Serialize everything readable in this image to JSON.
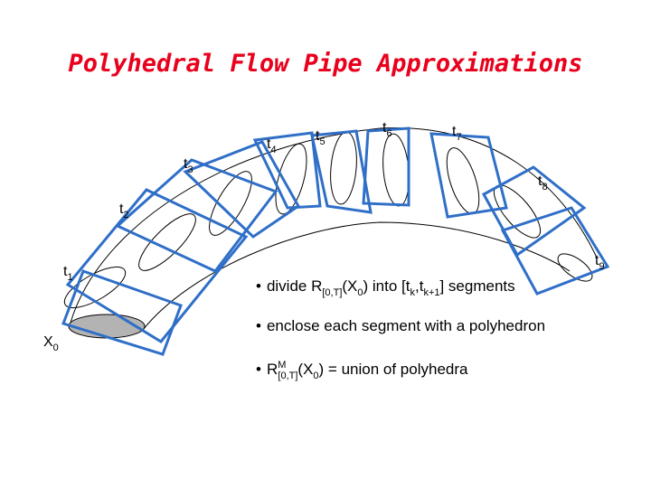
{
  "title": "Polyhedral Flow Pipe Approximations",
  "initial_set": {
    "letter": "X",
    "subscript": "0"
  },
  "time_labels": [
    {
      "letter": "t",
      "subscript": "1"
    },
    {
      "letter": "t",
      "subscript": "2"
    },
    {
      "letter": "t",
      "subscript": "3"
    },
    {
      "letter": "t",
      "subscript": "4"
    },
    {
      "letter": "t",
      "subscript": "5"
    },
    {
      "letter": "t",
      "subscript": "6"
    },
    {
      "letter": "t",
      "subscript": "7"
    },
    {
      "letter": "t",
      "subscript": "8"
    },
    {
      "letter": "t",
      "subscript": "9"
    }
  ],
  "bullets": {
    "b1": {
      "dot": "•",
      "part1": "divide R",
      "sub1": "[0,T]",
      "part2": "(X",
      "sub2": "0",
      "part3": ") into [t",
      "sub3": "k",
      "part4": ",t",
      "sub4": "k+1",
      "part5": "] segments"
    },
    "b2": {
      "dot": "•",
      "text": "enclose each segment with a polyhedron"
    },
    "b3": {
      "dot": "•",
      "part1": "R",
      "sup1": "M",
      "sub1": "[0,T]",
      "part2": "(X",
      "sub2": "0",
      "part3": ") = union of polyhedra"
    }
  },
  "colors": {
    "title": "#e8001c",
    "polyhedron": "#2f6fc8",
    "pipe": "#000000",
    "initial_set_fill": "#b3b3b3"
  }
}
